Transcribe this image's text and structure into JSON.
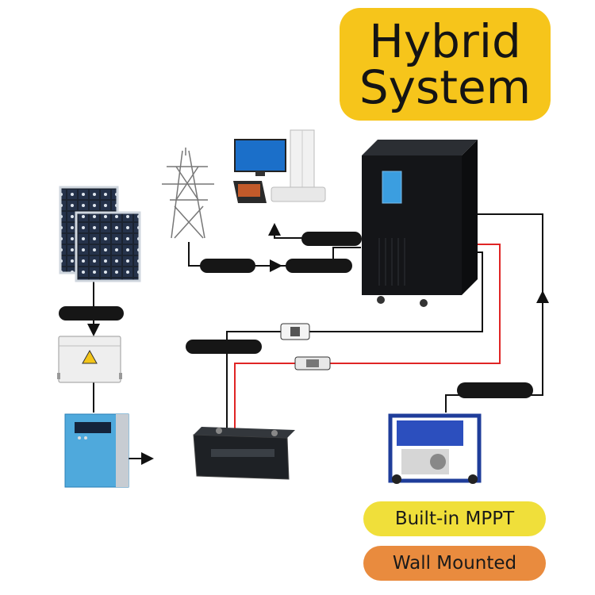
{
  "title": {
    "line1": "Hybrid",
    "line2": "System"
  },
  "features": [
    {
      "label": "Built-in MPPT",
      "color": "#f0df3a"
    },
    {
      "label": "Wall Mounted",
      "color": "#e98b3e"
    }
  ],
  "colors": {
    "title_badge": "#f6c51b",
    "dc_cable": "#e02525",
    "wire": "#111111",
    "controller_body": "#4fa9dc",
    "panel_cells": "#1b2330",
    "generator_frame": "#1f3d9a"
  },
  "components": [
    {
      "icon": "solar-panels-icon"
    },
    {
      "icon": "combiner-box-icon"
    },
    {
      "icon": "charge-controller-icon"
    },
    {
      "icon": "battery-icon"
    },
    {
      "icon": "power-tower-icon"
    },
    {
      "icon": "home-appliances-icon"
    },
    {
      "icon": "inverter-cabinet-icon"
    },
    {
      "icon": "generator-icon"
    }
  ]
}
